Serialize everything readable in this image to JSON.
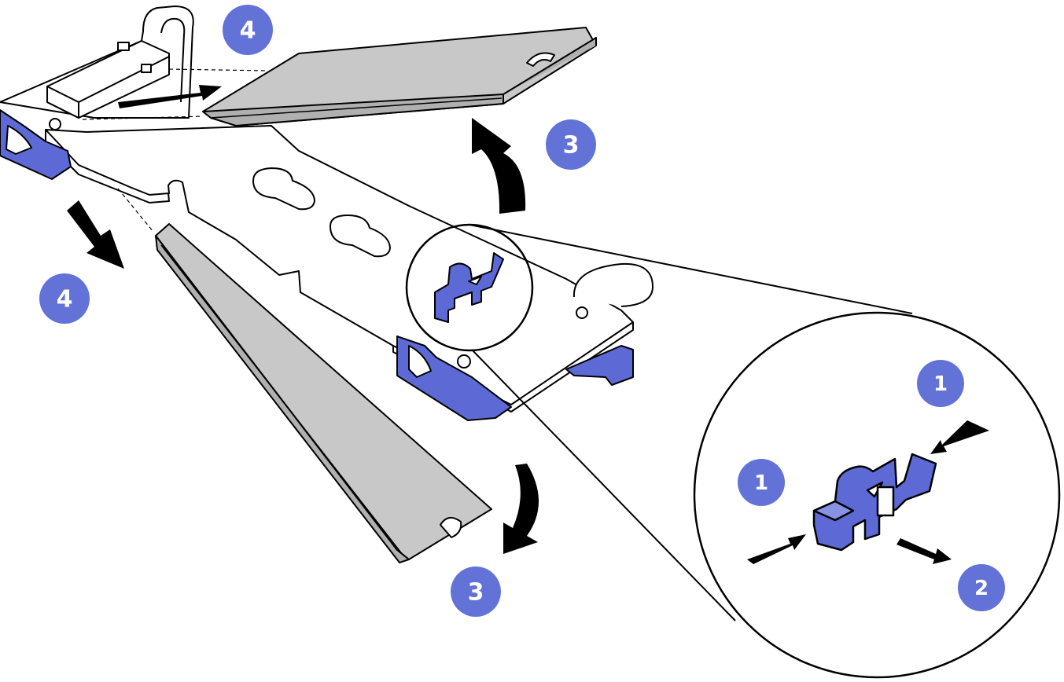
{
  "colors": {
    "callout_fill": "#6372d6",
    "callout_text": "#ffffff",
    "latch_blue": "#5d6ad6",
    "drive_gray": "#c8c8c8",
    "line": "#000000",
    "arrow": "#000000",
    "board": "#ffffff"
  },
  "callouts": {
    "step_4_top": "4",
    "step_4_left": "4",
    "step_3_right": "3",
    "step_3_bottom": "3",
    "step_1_top": "1",
    "step_1_left": "1",
    "step_2": "2"
  },
  "icons": {
    "arrow": "arrow-icon",
    "curved_arrow": "curved-arrow-icon",
    "magnifier": "zoom-circle"
  }
}
